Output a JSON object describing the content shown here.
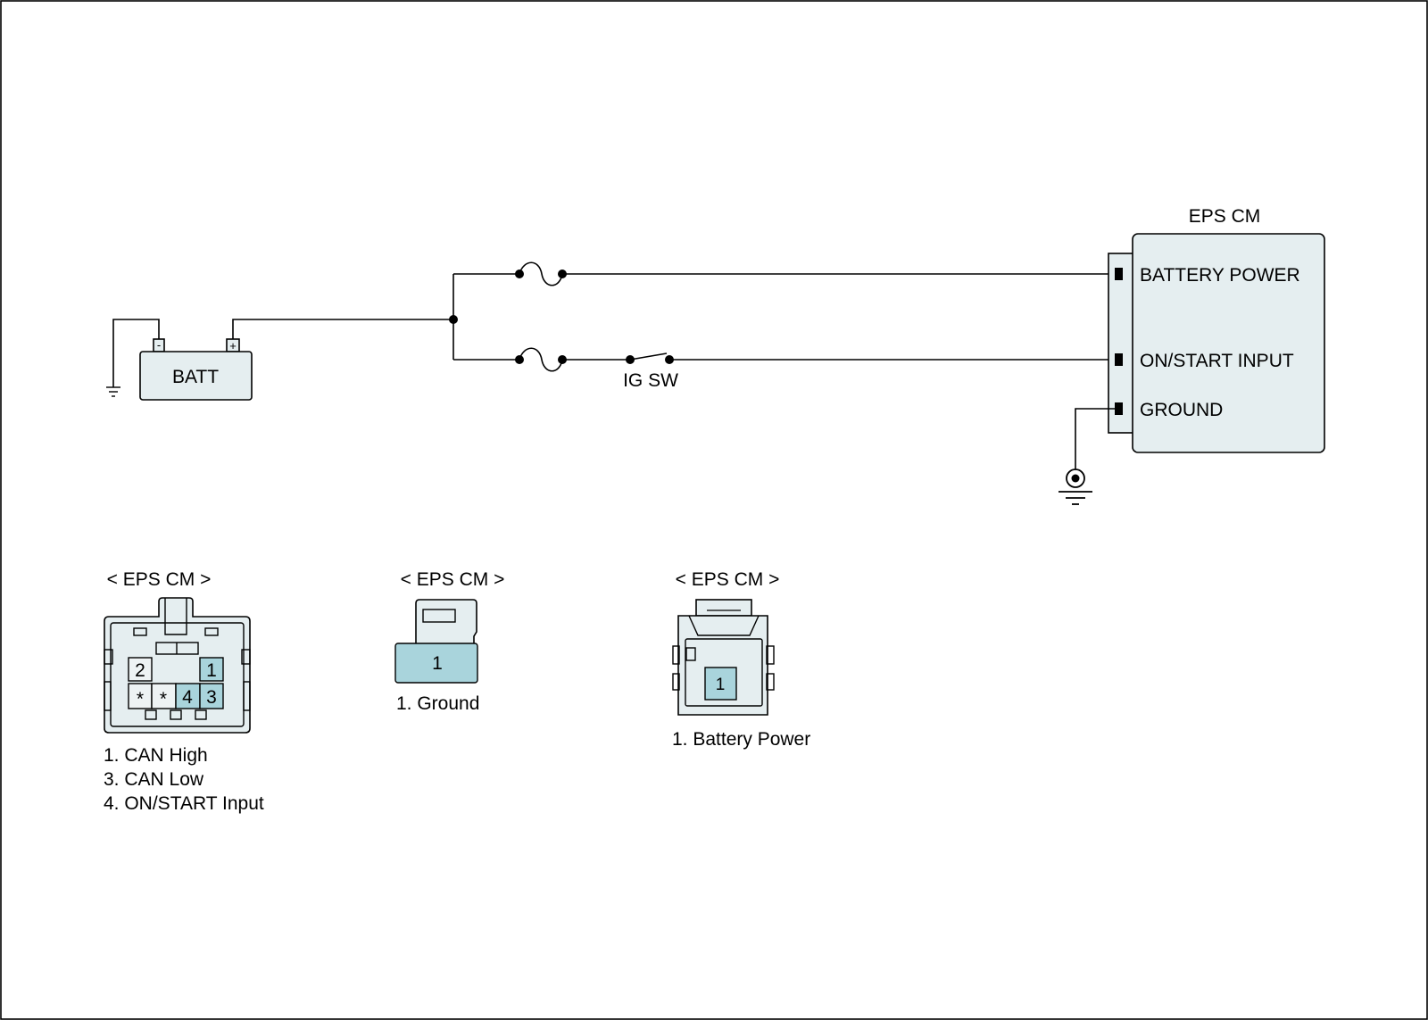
{
  "schematic": {
    "battery_label": "BATT",
    "battery_neg_symbol": "-",
    "battery_pos_symbol": "+",
    "ignition_switch_label": "IG SW",
    "module": {
      "title": "EPS CM",
      "terminals": [
        "BATTERY POWER",
        "ON/START INPUT",
        "GROUND"
      ]
    }
  },
  "connectors": [
    {
      "title": "< EPS CM >",
      "pins": [
        "2",
        "1",
        "*",
        "*",
        "4",
        "3"
      ],
      "legend": [
        "1. CAN High",
        "3. CAN Low",
        "4. ON/START Input"
      ]
    },
    {
      "title": "< EPS CM >",
      "pins": [
        "1"
      ],
      "legend": [
        "1. Ground"
      ]
    },
    {
      "title": "< EPS CM >",
      "pins": [
        "1"
      ],
      "legend": [
        "1. Battery Power"
      ]
    }
  ],
  "colors": {
    "module_fill": "#e5eef0",
    "pin_highlight": "#a9d4dc",
    "line": "#000000"
  }
}
